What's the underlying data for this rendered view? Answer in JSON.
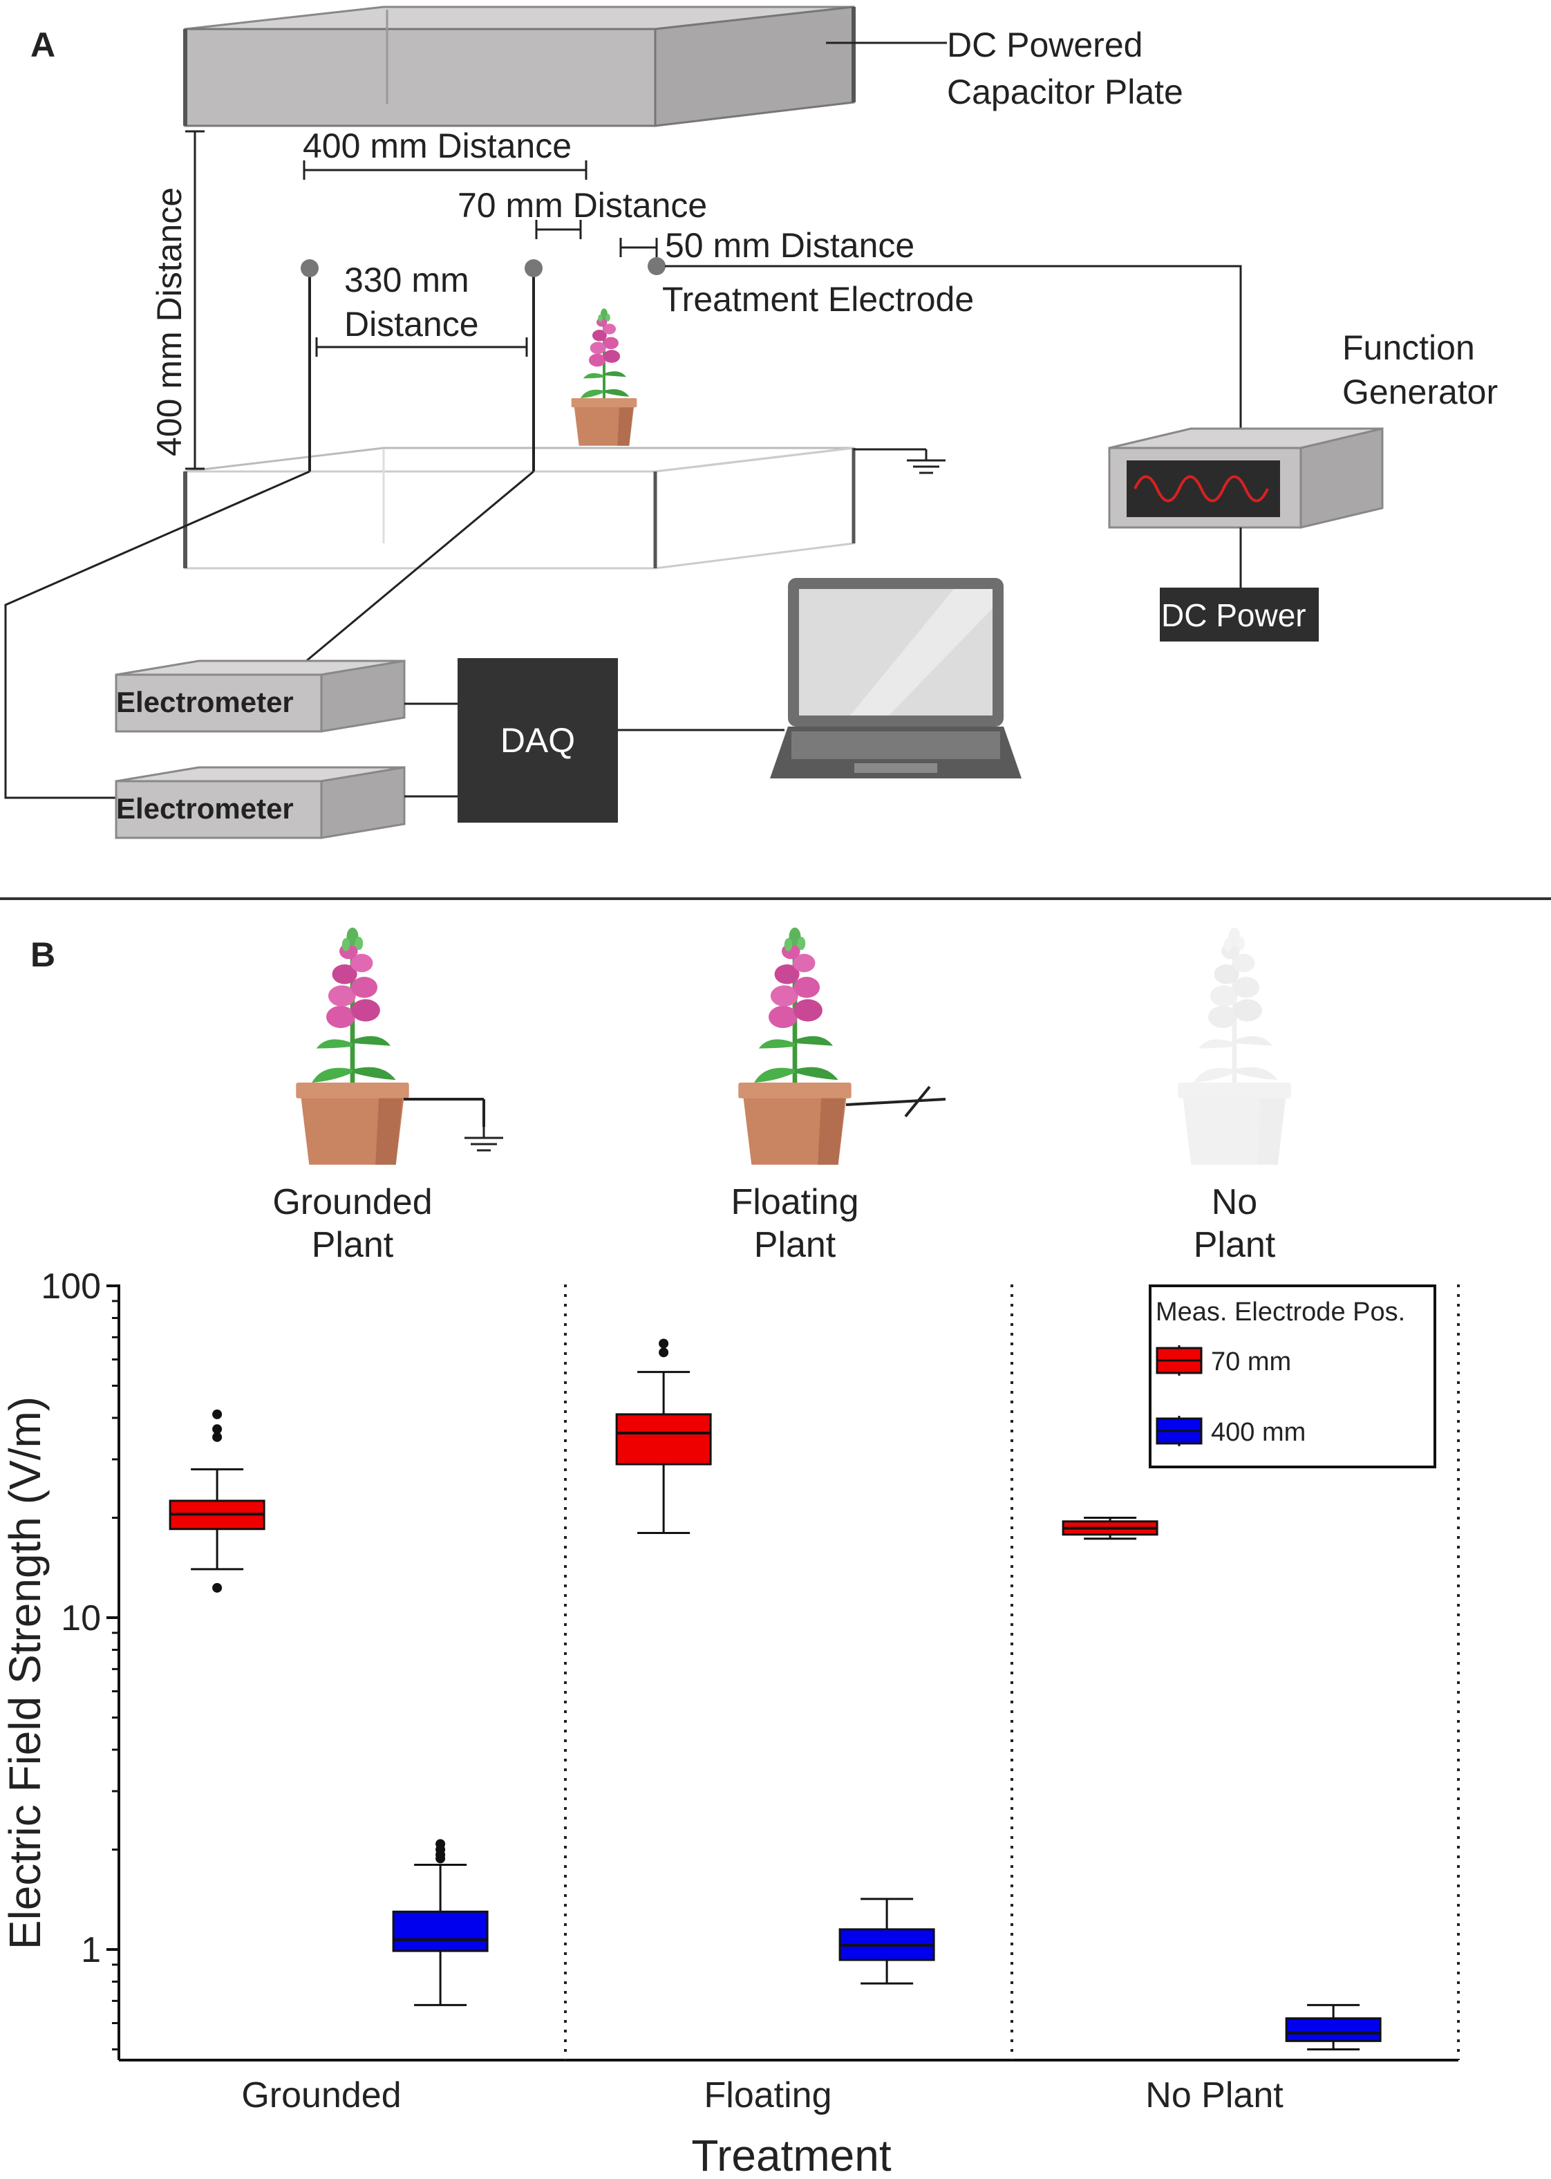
{
  "panel_a": {
    "letter": "A",
    "capacitor_plate_line1": "DC Powered",
    "capacitor_plate_line2": "Capacitor Plate",
    "dist_400_horizontal": "400 mm Distance",
    "dist_70": "70 mm Distance",
    "dist_50": "50 mm Distance",
    "dist_400_vertical": "400 mm Distance",
    "dist_330_line1": "330 mm",
    "dist_330_line2": "Distance",
    "treatment_electrode": "Treatment Electrode",
    "function_generator_line1": "Function",
    "function_generator_line2": "Generator",
    "dc_power": "DC Power",
    "electrometer_1": "Electrometer",
    "electrometer_2": "Electrometer",
    "daq": "DAQ"
  },
  "panel_b": {
    "letter": "B",
    "plants": [
      {
        "line1": "Grounded",
        "line2": "Plant"
      },
      {
        "line1": "Floating",
        "line2": "Plant"
      },
      {
        "line1": "No",
        "line2": "Plant"
      }
    ]
  },
  "colors": {
    "series_70": "#ee0000",
    "series_400": "#0000ee",
    "device_gray": "#c4c2c2",
    "daq_dark": "#333333",
    "flower_pink": "#d95aa7",
    "pot": "#c98462"
  },
  "chart_data": {
    "type": "box",
    "y_scale": "log",
    "ylim": [
      0.5,
      100
    ],
    "yticks": [
      "100",
      "10",
      "1"
    ],
    "ylabel": "Electric Field Strength (V/m)",
    "xlabel": "Treatment",
    "categories": [
      "Grounded",
      "Floating",
      "No Plant"
    ],
    "legend": {
      "title": "Meas. Electrode Pos.",
      "placement": "top-right",
      "entries": [
        "70 mm",
        "400 mm"
      ]
    },
    "series": [
      {
        "name": "70 mm",
        "color": "#ee0000",
        "boxes": [
          {
            "whisker_low": 14,
            "q1": 18.5,
            "median": 20.5,
            "q3": 22.5,
            "whisker_high": 28,
            "outliers": [
              12.3,
              35,
              37,
              41
            ]
          },
          {
            "whisker_low": 18,
            "q1": 29,
            "median": 36,
            "q3": 41,
            "whisker_high": 55,
            "outliers": [
              63,
              67
            ]
          },
          {
            "whisker_low": 17.3,
            "q1": 17.8,
            "median": 18.6,
            "q3": 19.5,
            "whisker_high": 20,
            "outliers": []
          }
        ]
      },
      {
        "name": "400 mm",
        "color": "#0000ee",
        "boxes": [
          {
            "whisker_low": 0.68,
            "q1": 0.99,
            "median": 1.07,
            "q3": 1.3,
            "whisker_high": 1.8,
            "outliers": [
              1.88,
              1.93,
              2.0,
              2.08
            ]
          },
          {
            "whisker_low": 0.79,
            "q1": 0.93,
            "median": 1.03,
            "q3": 1.15,
            "whisker_high": 1.42,
            "outliers": []
          },
          {
            "whisker_low": 0.5,
            "q1": 0.53,
            "median": 0.56,
            "q3": 0.62,
            "whisker_high": 0.68,
            "outliers": []
          }
        ]
      }
    ]
  }
}
